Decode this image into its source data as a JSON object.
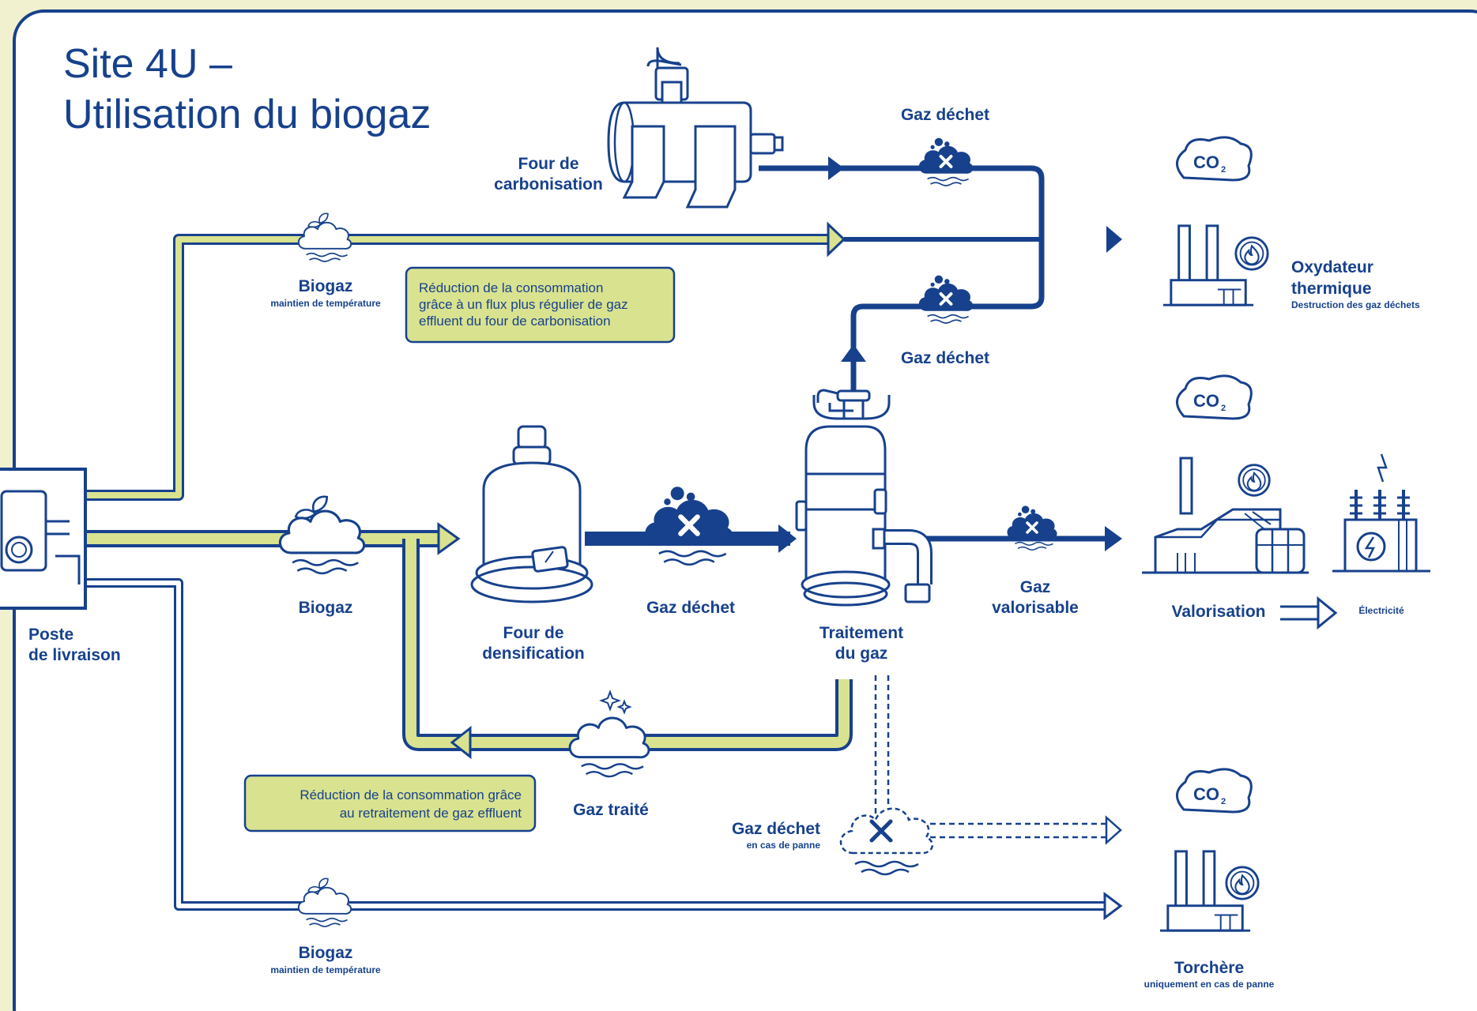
{
  "title": {
    "line1": "Site 4U –",
    "line2": "Utilisation du biogaz"
  },
  "colors": {
    "navy": "#17418c",
    "lime": "#d9e28f",
    "background": "#f1f0cf",
    "panel": "#ffffff"
  },
  "nodes": {
    "poste": {
      "line1": "Poste",
      "line2": "de livraison"
    },
    "four_carbonisation": {
      "line1": "Four de",
      "line2": "carbonisation"
    },
    "four_densification": {
      "line1": "Four de",
      "line2": "densification"
    },
    "traitement": {
      "line1": "Traitement",
      "line2": "du gaz"
    },
    "oxydateur": {
      "line1": "Oxydateur",
      "line2": "thermique",
      "sub": "Destruction des gaz déchets"
    },
    "valorisation": {
      "label": "Valorisation",
      "output": "Électricité"
    },
    "torchere": {
      "label": "Torchère",
      "sub": "uniquement en cas de panne"
    }
  },
  "flows": {
    "biogaz_top": {
      "label": "Biogaz",
      "sub": "maintien de température"
    },
    "biogaz_mid": {
      "label": "Biogaz"
    },
    "biogaz_bottom": {
      "label": "Biogaz",
      "sub": "maintien de température"
    },
    "gaz_dechet_top": {
      "label": "Gaz déchet"
    },
    "gaz_dechet_upper": {
      "label": "Gaz déchet"
    },
    "gaz_dechet_mid": {
      "label": "Gaz déchet"
    },
    "gaz_dechet_panne": {
      "label": "Gaz déchet",
      "sub": "en cas de panne"
    },
    "gaz_valorisable": {
      "line1": "Gaz",
      "line2": "valorisable"
    },
    "gaz_traite": {
      "label": "Gaz traité"
    }
  },
  "notes": {
    "note1": [
      "Réduction de la consommation",
      "grâce à un flux plus régulier de gaz",
      "effluent du four de carbonisation"
    ],
    "note2": [
      "Réduction de la consommation grâce",
      "au retraitement de gaz effluent"
    ]
  },
  "co2": {
    "label": "CO",
    "subscript": "2"
  }
}
